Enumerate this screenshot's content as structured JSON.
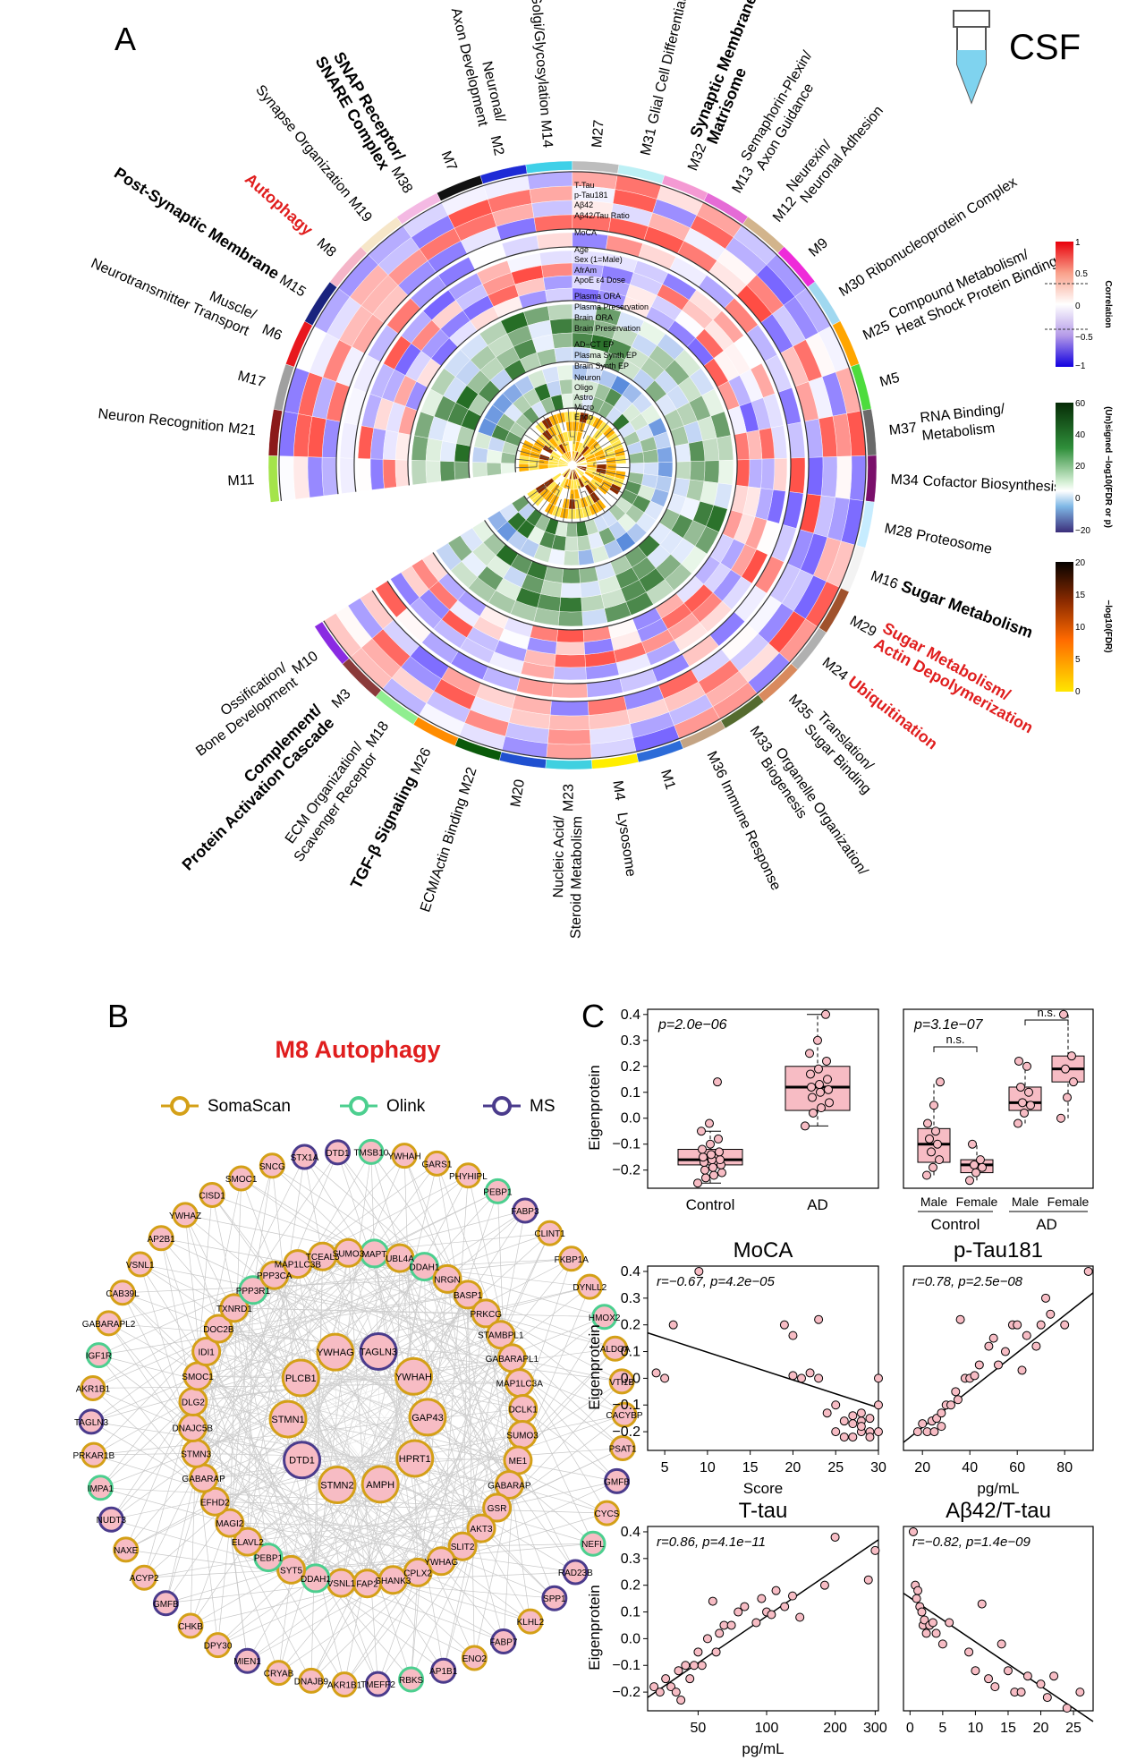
{
  "panel_a": {
    "letter": "A",
    "sample": "CSF",
    "module_labels": [
      {
        "m": "M11",
        "desc": "",
        "style": "normal"
      },
      {
        "m": "M21",
        "desc": "Neuron Recognition",
        "style": "normal"
      },
      {
        "m": "M17",
        "desc": "",
        "style": "normal"
      },
      {
        "m": "M6",
        "desc": "Muscle/ Neurotransmitter Transport",
        "style": "normal"
      },
      {
        "m": "M15",
        "desc": "Post-Synaptic Membrane",
        "style": "bold"
      },
      {
        "m": "M8",
        "desc": "Autophagy",
        "style": "red"
      },
      {
        "m": "M19",
        "desc": "Synapse Organization",
        "style": "normal"
      },
      {
        "m": "M38",
        "desc": "SNAP Receptor/ SNARE Complex",
        "style": "bold"
      },
      {
        "m": "M7",
        "desc": "",
        "style": "normal"
      },
      {
        "m": "M2",
        "desc": "Neuronal/ Axon Development",
        "style": "normal"
      },
      {
        "m": "M14",
        "desc": "Golgi/Glycosylation",
        "style": "normal"
      },
      {
        "m": "M27",
        "desc": "",
        "style": "normal"
      },
      {
        "m": "M31",
        "desc": "Glial Cell Differentiation",
        "style": "normal"
      },
      {
        "m": "M32",
        "desc": "Synaptic Membrane/ Matrisome",
        "style": "bold"
      },
      {
        "m": "M13",
        "desc": "Semaphorin-Plexin/ Axon Guidance",
        "style": "normal"
      },
      {
        "m": "M12",
        "desc": "Neurexin/ Neuronal Adhesion",
        "style": "normal"
      },
      {
        "m": "M9",
        "desc": "",
        "style": "normal"
      },
      {
        "m": "M30",
        "desc": "Ribonucleoprotein Complex",
        "style": "normal"
      },
      {
        "m": "M25",
        "desc": "Compound Metabolism/ Heat Shock Protein Binding",
        "style": "normal"
      },
      {
        "m": "M5",
        "desc": "",
        "style": "normal"
      },
      {
        "m": "M37",
        "desc": "RNA Binding/ Metabolism",
        "style": "normal"
      },
      {
        "m": "M34",
        "desc": "Cofactor Biosynthesis",
        "style": "normal"
      },
      {
        "m": "M28",
        "desc": "Proteosome",
        "style": "normal"
      },
      {
        "m": "M16",
        "desc": "Sugar Metabolism",
        "style": "bold"
      },
      {
        "m": "M29",
        "desc": "Sugar Metabolism/ Actin Depolymerization",
        "style": "red"
      },
      {
        "m": "M24",
        "desc": "Ubiquitination",
        "style": "red"
      },
      {
        "m": "M35",
        "desc": "Translation/ Sugar Binding",
        "style": "normal"
      },
      {
        "m": "M33",
        "desc": "Organelle Organization/ Biogenesis",
        "style": "normal"
      },
      {
        "m": "M36",
        "desc": "Immune Response",
        "style": "normal"
      },
      {
        "m": "M1",
        "desc": "",
        "style": "normal"
      },
      {
        "m": "M4",
        "desc": "Lysosome",
        "style": "normal"
      },
      {
        "m": "M23",
        "desc": "Nucleic Acid/ Steroid Metabolism",
        "style": "normal"
      },
      {
        "m": "M20",
        "desc": "",
        "style": "normal"
      },
      {
        "m": "M22",
        "desc": "ECM/Actin Binding",
        "style": "normal"
      },
      {
        "m": "M26",
        "desc": "TGF-β Signaling",
        "style": "bold"
      },
      {
        "m": "M18",
        "desc": "ECM Organization/ Scavenger Receptor",
        "style": "normal"
      },
      {
        "m": "M3",
        "desc": "Complement/ Protein Activation Cascade",
        "style": "bold"
      },
      {
        "m": "M10",
        "desc": "Ossification/ Bone Development",
        "style": "normal"
      }
    ],
    "ring_labels": [
      "T-Tau",
      "p-Tau181",
      "Aβ42",
      "Aβ42/Tau Ratio",
      "MoCA",
      "Age",
      "Sex (1=Male)",
      "AfrAm",
      "ApoE ε4 Dose",
      "Plasma ORA",
      "Plasma Preservation",
      "Brain ORA",
      "Brain Preservation",
      "AD−CT EP",
      "Plasma Synth EP",
      "Brain Synth EP",
      "Neuron",
      "Oligo",
      "Astro",
      "Micro",
      "Endo"
    ],
    "legends": [
      {
        "title": "Correlation",
        "ticks": [
          "1",
          "0.5",
          "0",
          "−0.5",
          "−1"
        ]
      },
      {
        "title": "(Un)signed −log10(FDR or p)",
        "ticks": [
          "60",
          "40",
          "20",
          "0",
          "−20"
        ]
      },
      {
        "title": "−log10(FDR)",
        "ticks": [
          "20",
          "15",
          "10",
          "5",
          "0"
        ]
      }
    ]
  },
  "panel_b": {
    "letter": "B",
    "title": "M8 Autophagy",
    "legend": [
      {
        "label": "SomaScan",
        "color": "#d4a017"
      },
      {
        "label": "Olink",
        "color": "#4ccf8f"
      },
      {
        "label": "MS",
        "color": "#4a3b8c"
      }
    ],
    "inner_nodes": [
      "TAGLN3",
      "YWHAH",
      "GAP43",
      "HPRT1",
      "AMPH",
      "STMN2",
      "DTD1",
      "STMN1",
      "PLCB1",
      "YWHAG"
    ],
    "middle_nodes": [
      "MAPT",
      "UBL4A",
      "DDAH1",
      "NRGN",
      "BASP1",
      "PRKCG",
      "STAMBPL1",
      "GABARAPL1",
      "MAP1LC3A",
      "DCLK1",
      "SUMO3",
      "ME1",
      "GABARAP",
      "GSR",
      "AKT3",
      "SLIT2",
      "YWHAG",
      "CPLX2",
      "SHANK3",
      "FAP2",
      "VSNL1",
      "DDAH1",
      "SYT5",
      "PEBP1",
      "ELAVL2",
      "MAGI2",
      "EFHD2",
      "GABARAP",
      "STMN3",
      "DNAJC5B",
      "DLG2",
      "SMOC1",
      "IDI1",
      "DOC2B",
      "TXNRD1",
      "PPP3R1",
      "PPP3CA",
      "MAP1LC3B",
      "TCEAL5",
      "SUMO3"
    ],
    "outer_nodes": [
      "TMSB10",
      "YWHAH",
      "GARS1",
      "PHYHIPL",
      "PEBP1",
      "FABP3",
      "CLINT1",
      "FKBP1A",
      "DYNLL2",
      "HMOX2",
      "ALDOA",
      "VTI1B",
      "CACYBP",
      "PSAT1",
      "GMFB",
      "CYCS",
      "NEFL",
      "RAD23B",
      "SPP1",
      "KLHL2",
      "FABP7",
      "ENO2",
      "AP1B1",
      "RBKS",
      "TMEFF2",
      "AKR1B1",
      "DNAJB9",
      "CRYAB",
      "MIEN1",
      "DPY30",
      "CHKB",
      "GMFB",
      "ACYP2",
      "NAXE",
      "NUDT3",
      "IMPA1",
      "PRKAR1B",
      "TAGLN3",
      "AKR1B1",
      "IGF1R",
      "GABARAPL2",
      "CAB39L",
      "VSNL1",
      "AP2B1",
      "YWHAZ",
      "CISD1",
      "SMOC1",
      "SNCG",
      "STX1A",
      "DTD1"
    ]
  },
  "panel_c": {
    "letter": "C",
    "box1": {
      "pval": "p=2.0e−06",
      "ylabel": "Eigenprotein",
      "categories": [
        "Control",
        "AD"
      ],
      "stats": [
        {
          "q1": -0.18,
          "med": -0.16,
          "q3": -0.12,
          "lo": -0.25,
          "hi": -0.05
        },
        {
          "q1": 0.03,
          "med": 0.12,
          "q3": 0.2,
          "lo": -0.03,
          "hi": 0.4
        }
      ],
      "points": [
        [
          -0.25,
          -0.23,
          -0.22,
          -0.21,
          -0.2,
          -0.19,
          -0.18,
          -0.17,
          -0.16,
          -0.16,
          -0.15,
          -0.14,
          -0.13,
          -0.12,
          -0.1,
          -0.08,
          -0.05,
          -0.02,
          0.14
        ],
        [
          -0.03,
          0.02,
          0.04,
          0.06,
          0.08,
          0.1,
          0.11,
          0.12,
          0.13,
          0.15,
          0.17,
          0.19,
          0.22,
          0.25,
          0.3,
          0.4
        ]
      ],
      "ylim": [
        -0.27,
        0.42
      ],
      "yticks": [
        "0.4",
        "0.3",
        "0.2",
        "0.1",
        "0.0",
        "−0.1",
        "−0.2"
      ]
    },
    "box2": {
      "pval": "p=3.1e−07",
      "ns": [
        "n.s.",
        "n.s."
      ],
      "categories": [
        "Male",
        "Female",
        "Male",
        "Female"
      ],
      "groups": [
        "Control",
        "AD"
      ],
      "stats": [
        {
          "q1": -0.17,
          "med": -0.1,
          "q3": -0.04,
          "lo": -0.22,
          "hi": 0.14
        },
        {
          "q1": -0.21,
          "med": -0.18,
          "q3": -0.16,
          "lo": -0.24,
          "hi": -0.1
        },
        {
          "q1": 0.03,
          "med": 0.06,
          "q3": 0.12,
          "lo": -0.02,
          "hi": 0.22
        },
        {
          "q1": 0.14,
          "med": 0.19,
          "q3": 0.24,
          "lo": 0.0,
          "hi": 0.4
        }
      ],
      "points": [
        [
          -0.22,
          -0.19,
          -0.16,
          -0.13,
          -0.1,
          -0.08,
          -0.05,
          -0.02,
          0.05,
          0.14
        ],
        [
          -0.24,
          -0.21,
          -0.19,
          -0.18,
          -0.16,
          -0.1
        ],
        [
          -0.02,
          0.02,
          0.05,
          0.06,
          0.1,
          0.12,
          0.2,
          0.22
        ],
        [
          0.0,
          0.08,
          0.14,
          0.19,
          0.24,
          0.4
        ]
      ],
      "ylim": [
        -0.27,
        0.42
      ]
    },
    "scatters": [
      {
        "title": "MoCA",
        "stat": "r=−0.67, p=4.2e−05",
        "xlabel": "Score",
        "ylabel": "Eigenprotein",
        "xlim": [
          3,
          30
        ],
        "xticks": [
          5,
          10,
          15,
          20,
          25,
          30
        ],
        "ylim": [
          -0.27,
          0.42
        ],
        "yticks": [
          "0.4",
          "0.3",
          "0.2",
          "0.1",
          "0.0",
          "−0.1",
          "−0.2"
        ],
        "fit": [
          [
            3,
            0.17
          ],
          [
            30,
            -0.11
          ]
        ],
        "x": [
          4,
          5,
          6,
          9,
          19,
          20,
          20,
          21,
          22,
          23,
          23,
          24,
          25,
          25,
          26,
          26,
          27,
          27,
          27,
          28,
          28,
          28,
          28,
          29,
          29,
          29,
          30,
          30,
          30
        ],
        "y": [
          0.02,
          0.0,
          0.2,
          0.4,
          0.2,
          0.16,
          0.01,
          0.0,
          0.02,
          0.22,
          0.0,
          -0.13,
          -0.1,
          -0.2,
          -0.16,
          -0.22,
          -0.14,
          -0.17,
          -0.22,
          -0.2,
          -0.16,
          -0.13,
          -0.18,
          -0.15,
          -0.2,
          -0.22,
          0.0,
          -0.1,
          -0.2
        ]
      },
      {
        "title": "p-Tau181",
        "stat": "r=0.78, p=2.5e−08",
        "xlabel": "pg/mL",
        "ylabel": "",
        "xlim": [
          12,
          92
        ],
        "xticks": [
          20,
          40,
          60,
          80
        ],
        "ylim": [
          -0.27,
          0.42
        ],
        "fit": [
          [
            12,
            -0.24
          ],
          [
            92,
            0.32
          ]
        ],
        "x": [
          18,
          20,
          22,
          24,
          25,
          26,
          28,
          28,
          30,
          32,
          34,
          35,
          36,
          38,
          40,
          42,
          44,
          48,
          50,
          52,
          55,
          58,
          60,
          62,
          64,
          68,
          70,
          72,
          74,
          80,
          90
        ],
        "y": [
          -0.2,
          -0.17,
          -0.2,
          -0.16,
          -0.2,
          -0.15,
          -0.13,
          -0.18,
          -0.1,
          -0.1,
          -0.05,
          -0.08,
          0.22,
          0.0,
          0.0,
          0.01,
          0.05,
          0.12,
          0.15,
          0.05,
          0.1,
          0.2,
          0.2,
          0.03,
          0.16,
          0.12,
          0.2,
          0.3,
          0.24,
          0.2,
          0.4
        ]
      },
      {
        "title": "T-tau",
        "stat": "r=0.86, p=4.1e−11",
        "xlabel": "pg/mL",
        "ylabel": "Eigenprotein",
        "xlim": [
          30,
          310
        ],
        "xticks": [
          50,
          100,
          200,
          300
        ],
        "xscale": "log",
        "ylim": [
          -0.27,
          0.42
        ],
        "yticks": [
          "0.4",
          "0.3",
          "0.2",
          "0.1",
          "0.0",
          "−0.1",
          "−0.2"
        ],
        "fit": [
          [
            30,
            -0.22
          ],
          [
            310,
            0.37
          ]
        ],
        "x": [
          32,
          34,
          36,
          38,
          40,
          41,
          42,
          44,
          46,
          48,
          50,
          52,
          55,
          58,
          60,
          62,
          65,
          70,
          75,
          80,
          90,
          95,
          100,
          105,
          110,
          120,
          130,
          140,
          180,
          200,
          280,
          300
        ],
        "y": [
          -0.18,
          -0.2,
          -0.15,
          -0.18,
          -0.2,
          -0.12,
          -0.23,
          -0.1,
          -0.15,
          -0.1,
          -0.05,
          -0.1,
          0.0,
          0.14,
          -0.05,
          0.02,
          0.05,
          0.05,
          0.1,
          0.12,
          0.06,
          0.15,
          0.1,
          0.09,
          0.18,
          0.12,
          0.16,
          0.08,
          0.2,
          0.38,
          0.22,
          0.33
        ]
      },
      {
        "title": "Aβ42/T-tau",
        "stat": "r=−0.82, p=1.4e−09",
        "xlabel": "",
        "ylabel": "",
        "xlim": [
          -1,
          28
        ],
        "xticks": [
          0,
          5,
          10,
          15,
          20,
          25
        ],
        "ylim": [
          -0.27,
          0.42
        ],
        "fit": [
          [
            -1,
            0.17
          ],
          [
            28,
            -0.31
          ]
        ],
        "x": [
          0.5,
          0.8,
          1,
          1.2,
          1.5,
          1.8,
          2,
          2.2,
          2.5,
          3,
          3.5,
          4,
          5,
          6,
          9,
          10,
          11,
          12,
          13,
          14,
          15,
          16,
          17,
          18,
          20,
          21,
          22,
          24,
          26
        ],
        "y": [
          0.4,
          0.2,
          0.15,
          0.18,
          0.12,
          0.1,
          0.05,
          0.07,
          0.02,
          0.05,
          0.06,
          0.02,
          -0.02,
          0.06,
          -0.05,
          -0.12,
          0.13,
          -0.15,
          -0.18,
          -0.02,
          -0.12,
          -0.2,
          -0.2,
          -0.14,
          -0.17,
          -0.22,
          -0.14,
          -0.26,
          -0.2
        ]
      }
    ]
  }
}
